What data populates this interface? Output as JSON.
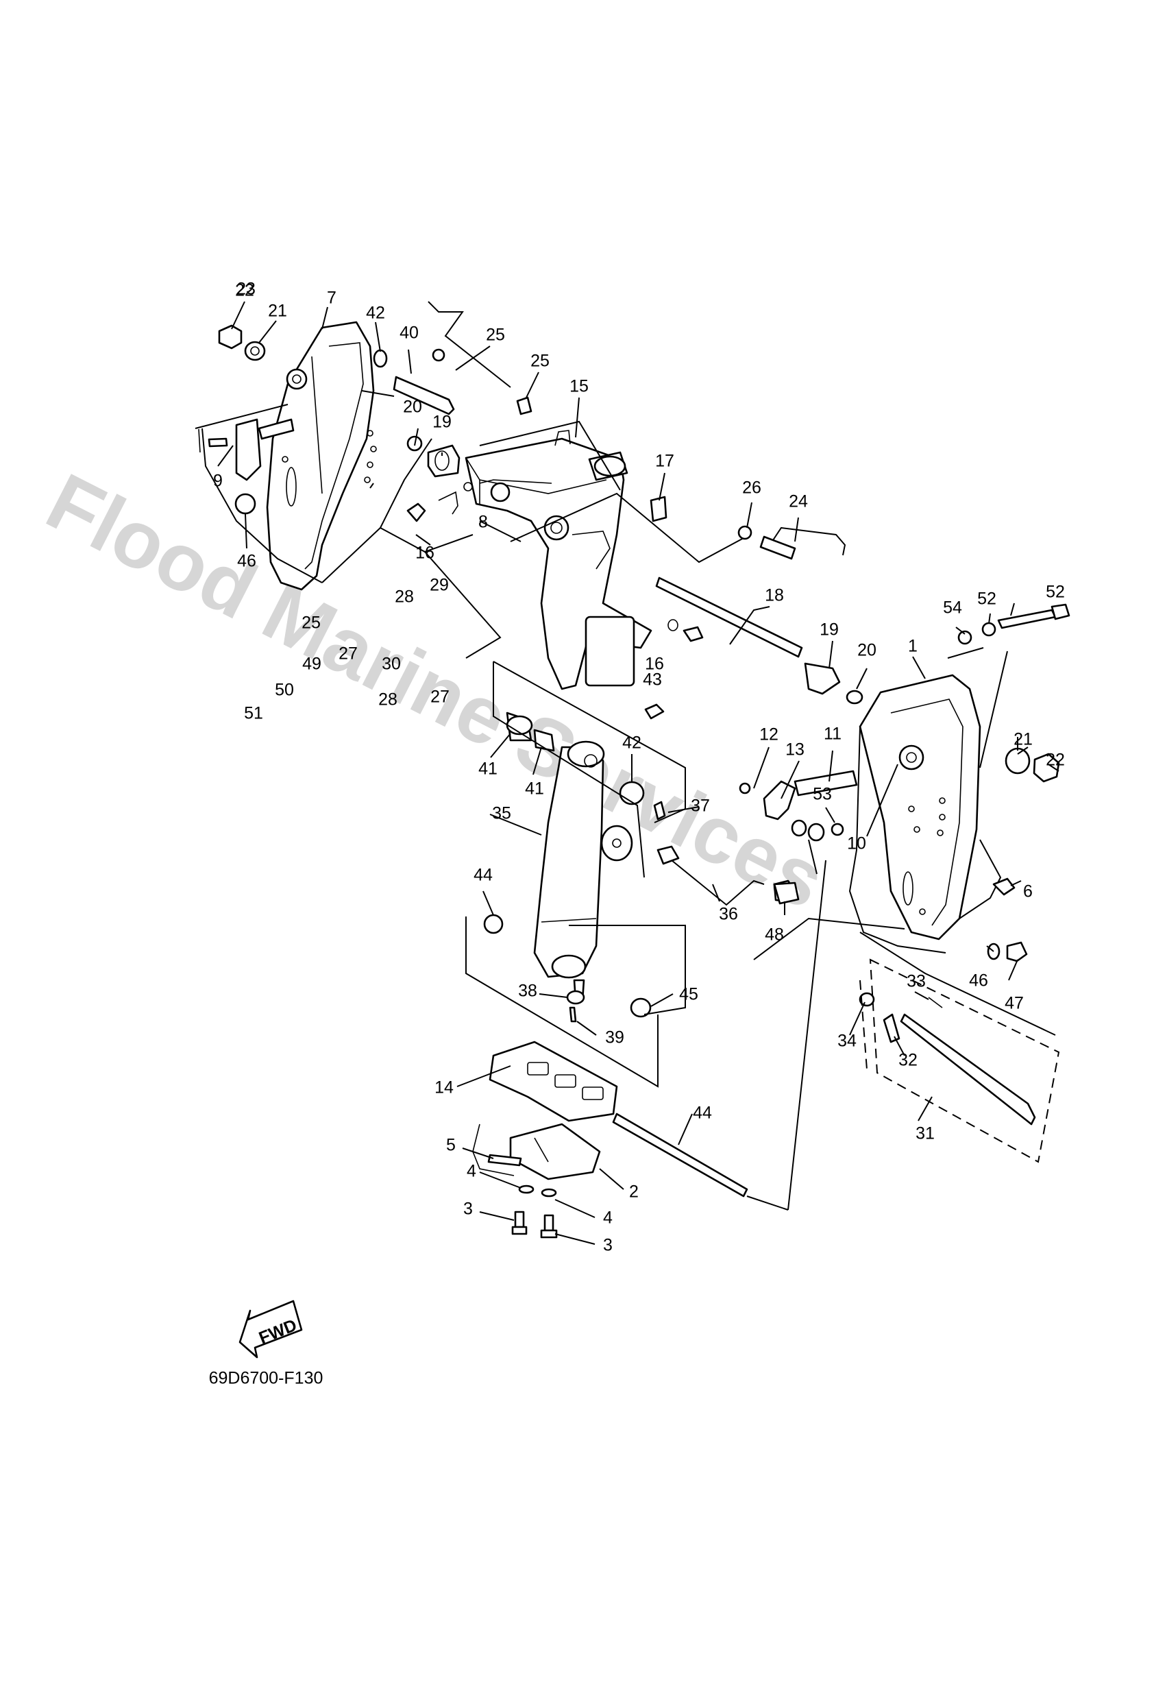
{
  "watermark": "Flood Marine Services",
  "diagram_code": "69D6700-F130",
  "fwd_label": "FWD",
  "callouts": [
    "1",
    "2",
    "3",
    "3",
    "4",
    "4",
    "5",
    "6",
    "7",
    "8",
    "9",
    "10",
    "11",
    "12",
    "13",
    "14",
    "15",
    "16",
    "16",
    "17",
    "18",
    "19",
    "19",
    "20",
    "20",
    "21",
    "21",
    "22",
    "22",
    "23",
    "24",
    "25",
    "25",
    "25",
    "26",
    "27",
    "27",
    "28",
    "28",
    "29",
    "30",
    "31",
    "32",
    "33",
    "34",
    "35",
    "36",
    "37",
    "38",
    "39",
    "40",
    "41",
    "41",
    "42",
    "42",
    "43",
    "44",
    "44",
    "45",
    "46",
    "46",
    "47",
    "48",
    "49",
    "50",
    "51",
    "52",
    "52",
    "53",
    "54"
  ]
}
